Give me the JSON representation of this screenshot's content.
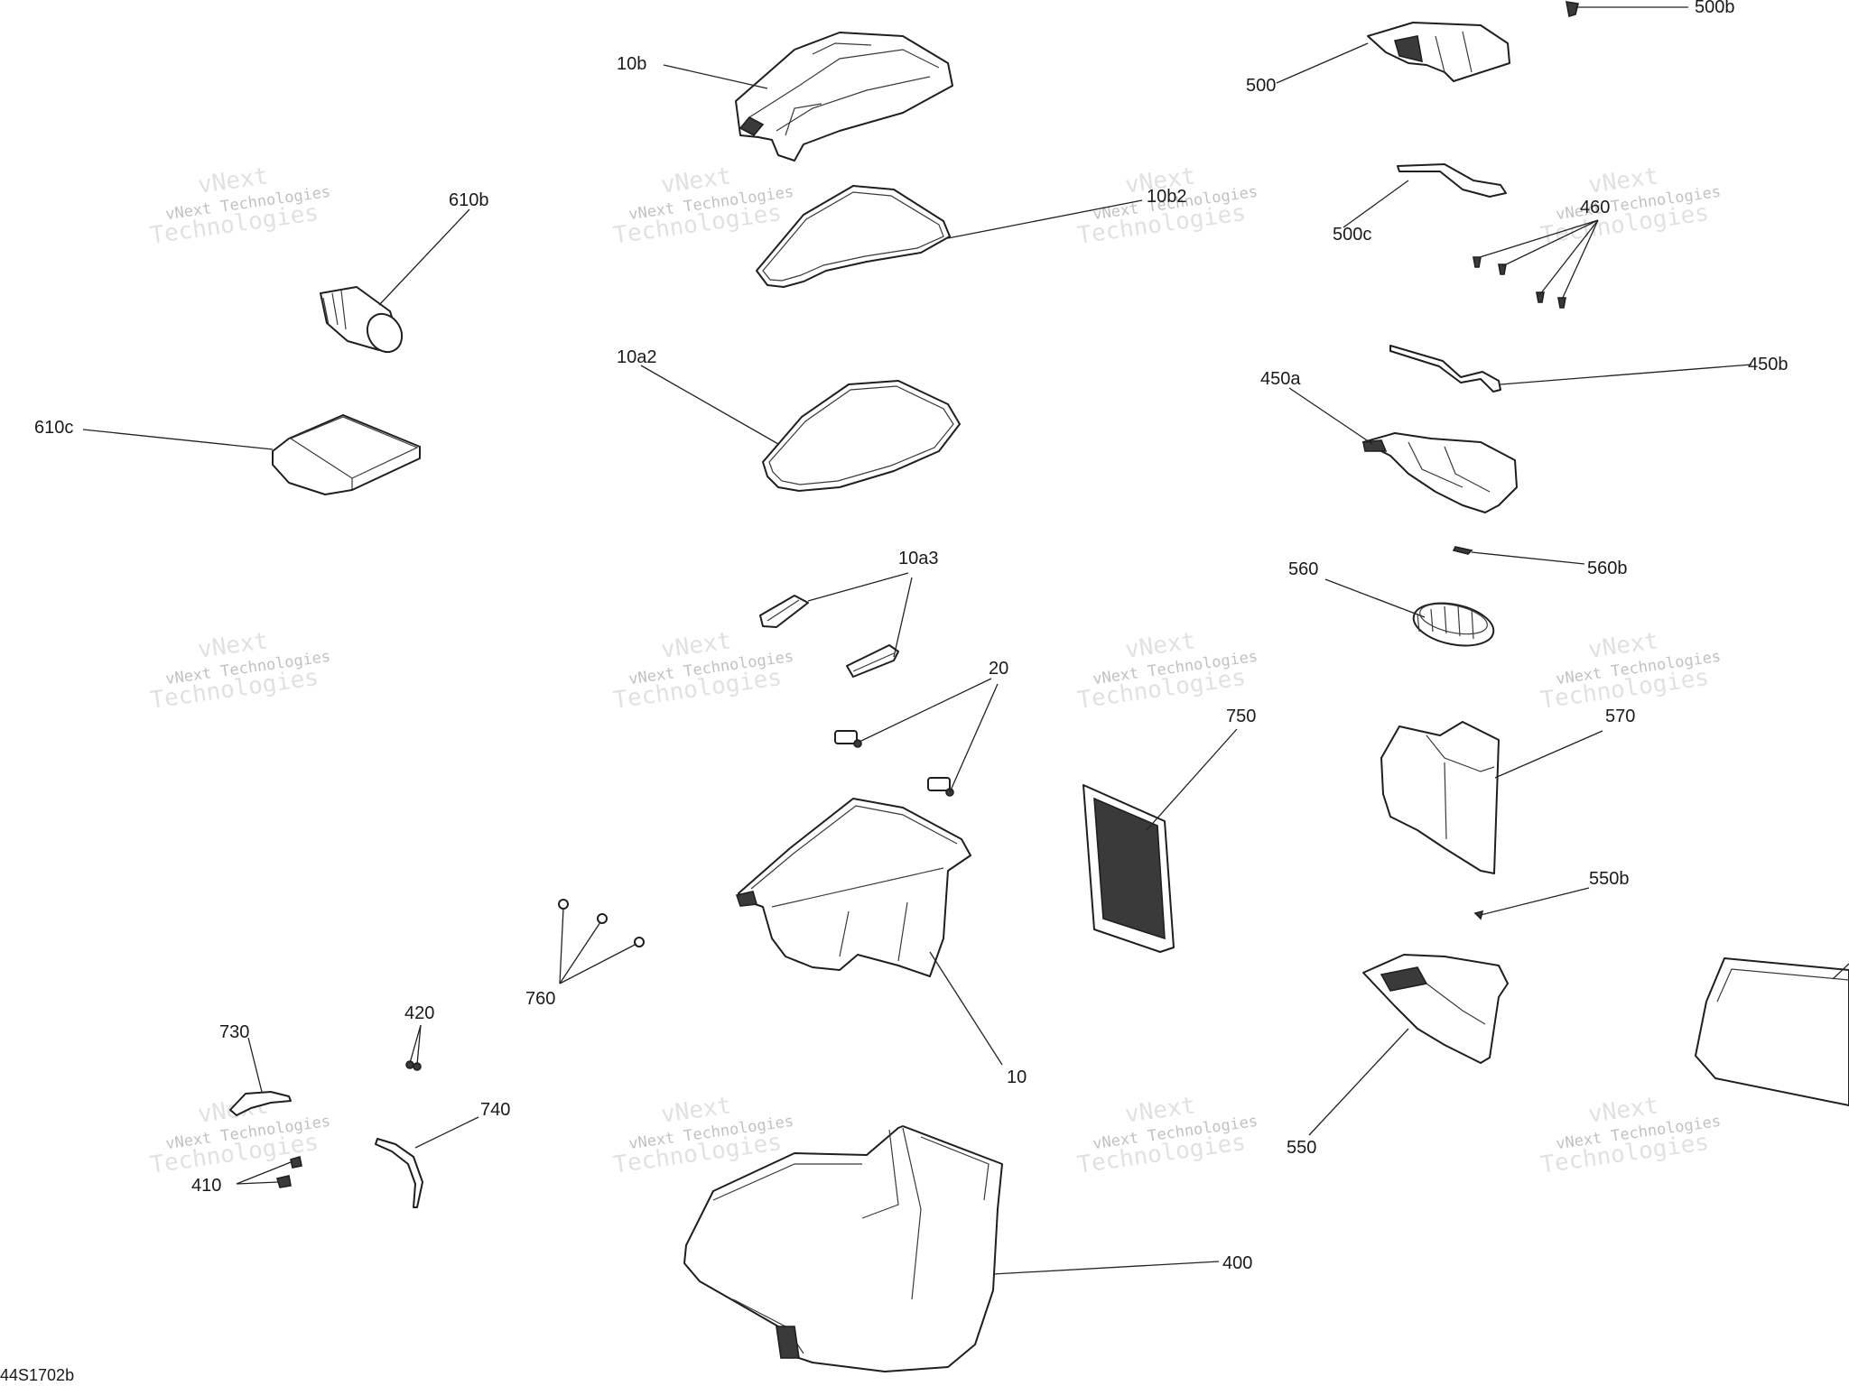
{
  "diagram_id": "44S1702b",
  "watermark": {
    "line1": "vNext Technologies",
    "line2": "vNext",
    "line3": "Technologies"
  },
  "callouts": {
    "c10b": "10b",
    "c10b2": "10b2",
    "c10a2": "10a2",
    "c10a3": "10a3",
    "c20": "20",
    "c10": "10",
    "c400": "400",
    "c410": "410",
    "c420": "420",
    "c450a": "450a",
    "c450b": "450b",
    "c460": "460",
    "c500": "500",
    "c500b": "500b",
    "c500c": "500c",
    "c550": "550",
    "c550b": "550b",
    "c560": "560",
    "c560b": "560b",
    "c570": "570",
    "c610b": "610b",
    "c610c": "610c",
    "c730": "730",
    "c740": "740",
    "c750": "750",
    "c760": "760"
  }
}
